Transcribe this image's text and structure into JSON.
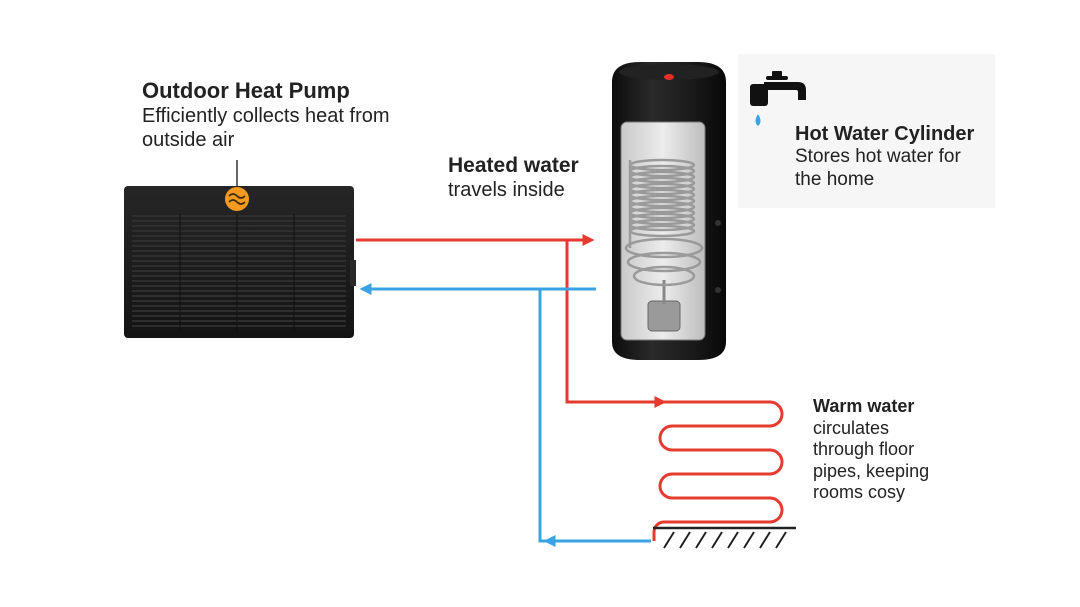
{
  "labels": {
    "heat_pump": {
      "title": "Outdoor Heat Pump",
      "description": "Efficiently collects heat from outside air"
    },
    "heated_water": {
      "title": "Heated water",
      "description": "travels inside"
    },
    "hot_water_cylinder": {
      "title": "Hot Water Cylinder",
      "description": "Stores hot water for the home"
    },
    "warm_water": {
      "title": "Warm water",
      "description": "circulates through floor pipes, keeping rooms cosy"
    }
  },
  "icons": {
    "pump_logo": "heat-wave-logo-icon",
    "tap": "tap-icon",
    "droplet": "water-drop-icon"
  },
  "colors": {
    "hot_pipe": "#e53a2e",
    "cold_pipe": "#3aa3e3",
    "pump_body": "#1c1c1c",
    "logo_orange": "#f39a1f",
    "cylinder_body": "#151515",
    "cylinder_cap": "#e0322a"
  }
}
